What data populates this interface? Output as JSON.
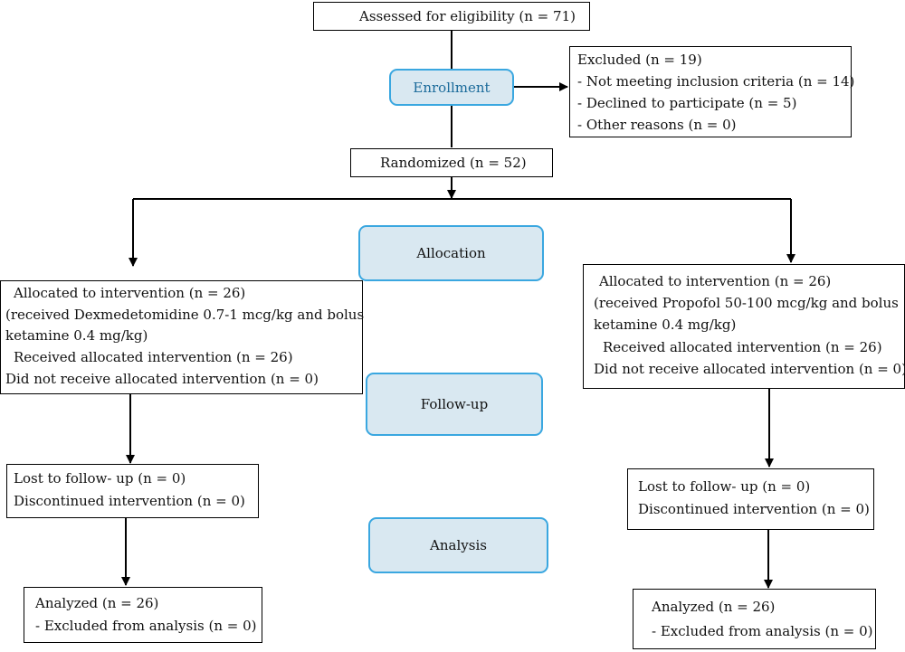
{
  "assessed": "Assessed for eligibility (n = 71)",
  "excluded": {
    "title": "Excluded (n = 19)",
    "items": [
      "- Not meeting inclusion criteria (n = 14)",
      "- Declined to participate (n = 5)",
      "- Other reasons (n = 0)"
    ]
  },
  "randomized": "Randomized (n = 52)",
  "stages": {
    "enrollment": "Enrollment",
    "allocation": "Allocation",
    "followup": "Follow-up",
    "analysis": "Analysis"
  },
  "left": {
    "allocated": [
      "Allocated to intervention (n = 26)",
      "(received Dexmedetomidine 0.7-1 mcg/kg and bolus",
      "ketamine 0.4 mg/kg)",
      "Received allocated intervention (n = 26)",
      "Did not receive allocated intervention (n = 0)"
    ],
    "followup": [
      "Lost to follow- up (n = 0)",
      "Discontinued intervention (n = 0)"
    ],
    "analysis": [
      "Analyzed (n = 26)",
      "- Excluded from analysis (n = 0)"
    ]
  },
  "right": {
    "allocated": [
      "Allocated to intervention (n = 26)",
      "(received Propofol 50-100 mcg/kg and bolus",
      "ketamine 0.4 mg/kg)",
      "Received allocated intervention (n = 26)",
      "Did not receive allocated intervention (n = 0)"
    ],
    "followup": [
      "Lost to follow- up (n = 0)",
      "Discontinued intervention (n = 0)"
    ],
    "analysis": [
      "Analyzed (n = 26)",
      "- Excluded from analysis (n = 0)"
    ]
  },
  "colors": {
    "stage_border": "#3aa7e0",
    "stage_fill": "#d9e8f1",
    "enrollment_text": "#1a6a9a"
  }
}
